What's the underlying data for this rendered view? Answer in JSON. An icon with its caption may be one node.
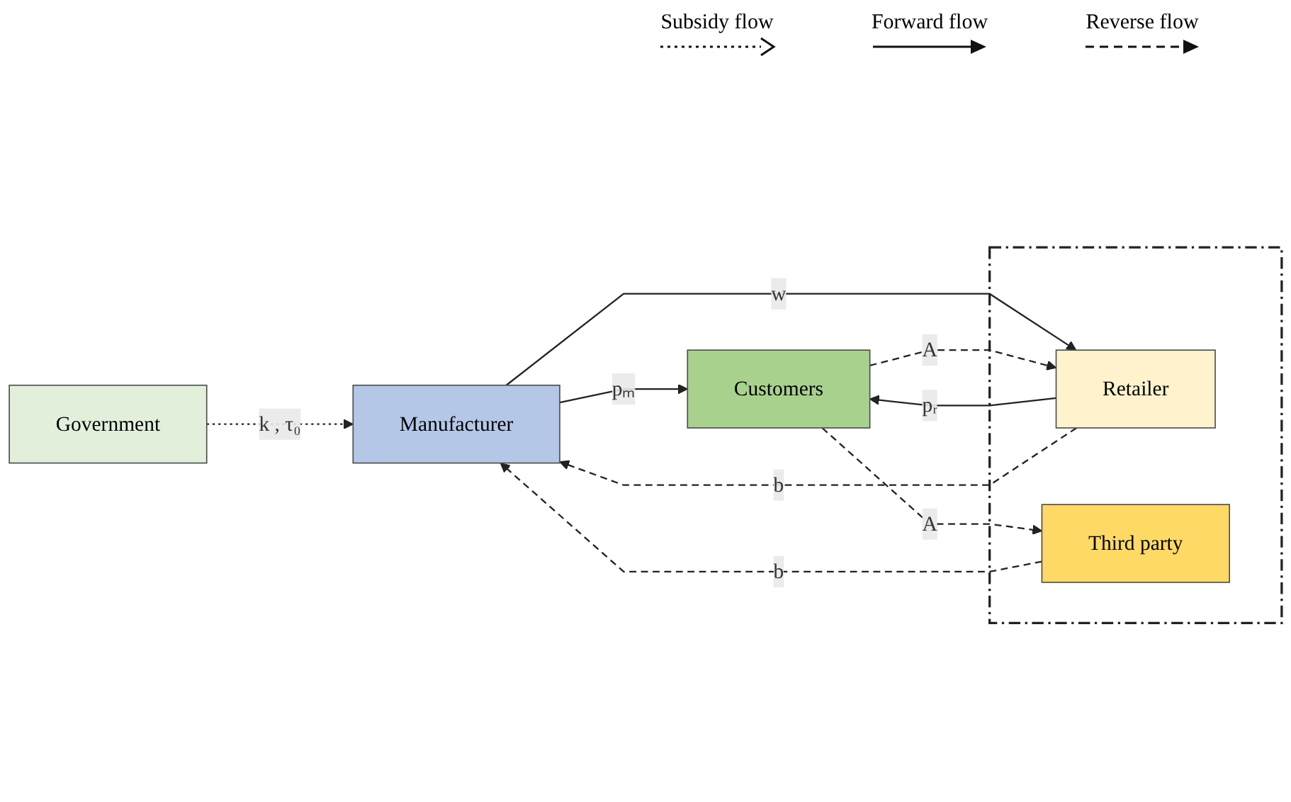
{
  "diagram": {
    "nodes": [
      {
        "text": [
          "Government"
        ]
      },
      {
        "text": [
          "Manufacturer"
        ]
      },
      {
        "text": [],
        "shape": "box"
      },
      {
        "text": [
          "Retailer"
        ],
        "in": 2
      },
      {
        "text": [
          "Third party"
        ],
        "in": 2
      },
      {
        "text": [
          "Customers"
        ]
      }
    ],
    "edges": [
      {
        "from": 0,
        "to": 1,
        "arrow": "to",
        "label": "k , τ₀",
        "style": "dashed"
      },
      {
        "from": 1,
        "to": 5,
        "arrow": "to",
        "label": "pₘ"
      },
      {
        "from": 1,
        "to": 3,
        "arrow": "to",
        "label": "w"
      },
      {
        "from": 3,
        "to": 5,
        "arrow": "to",
        "label": "pᵣ"
      },
      {
        "from": 5,
        "to": 3,
        "arrow": "to",
        "label": "A",
        "style": "dashed"
      },
      {
        "from": 3,
        "to": 1,
        "arrow": "to",
        "label": "b",
        "style": "dashed"
      },
      {
        "from": 5,
        "to": 4,
        "arrow": "to",
        "label": "A",
        "style": "dashed"
      },
      {
        "from": 4,
        "to": 1,
        "arrow": "to",
        "label": "b",
        "style": "dashed"
      }
    ],
    "legend": [
      {
        "text": "Subsidy flow"
      },
      {
        "text": "Forward flow"
      },
      {
        "text": "Reverse flow"
      }
    ]
  }
}
